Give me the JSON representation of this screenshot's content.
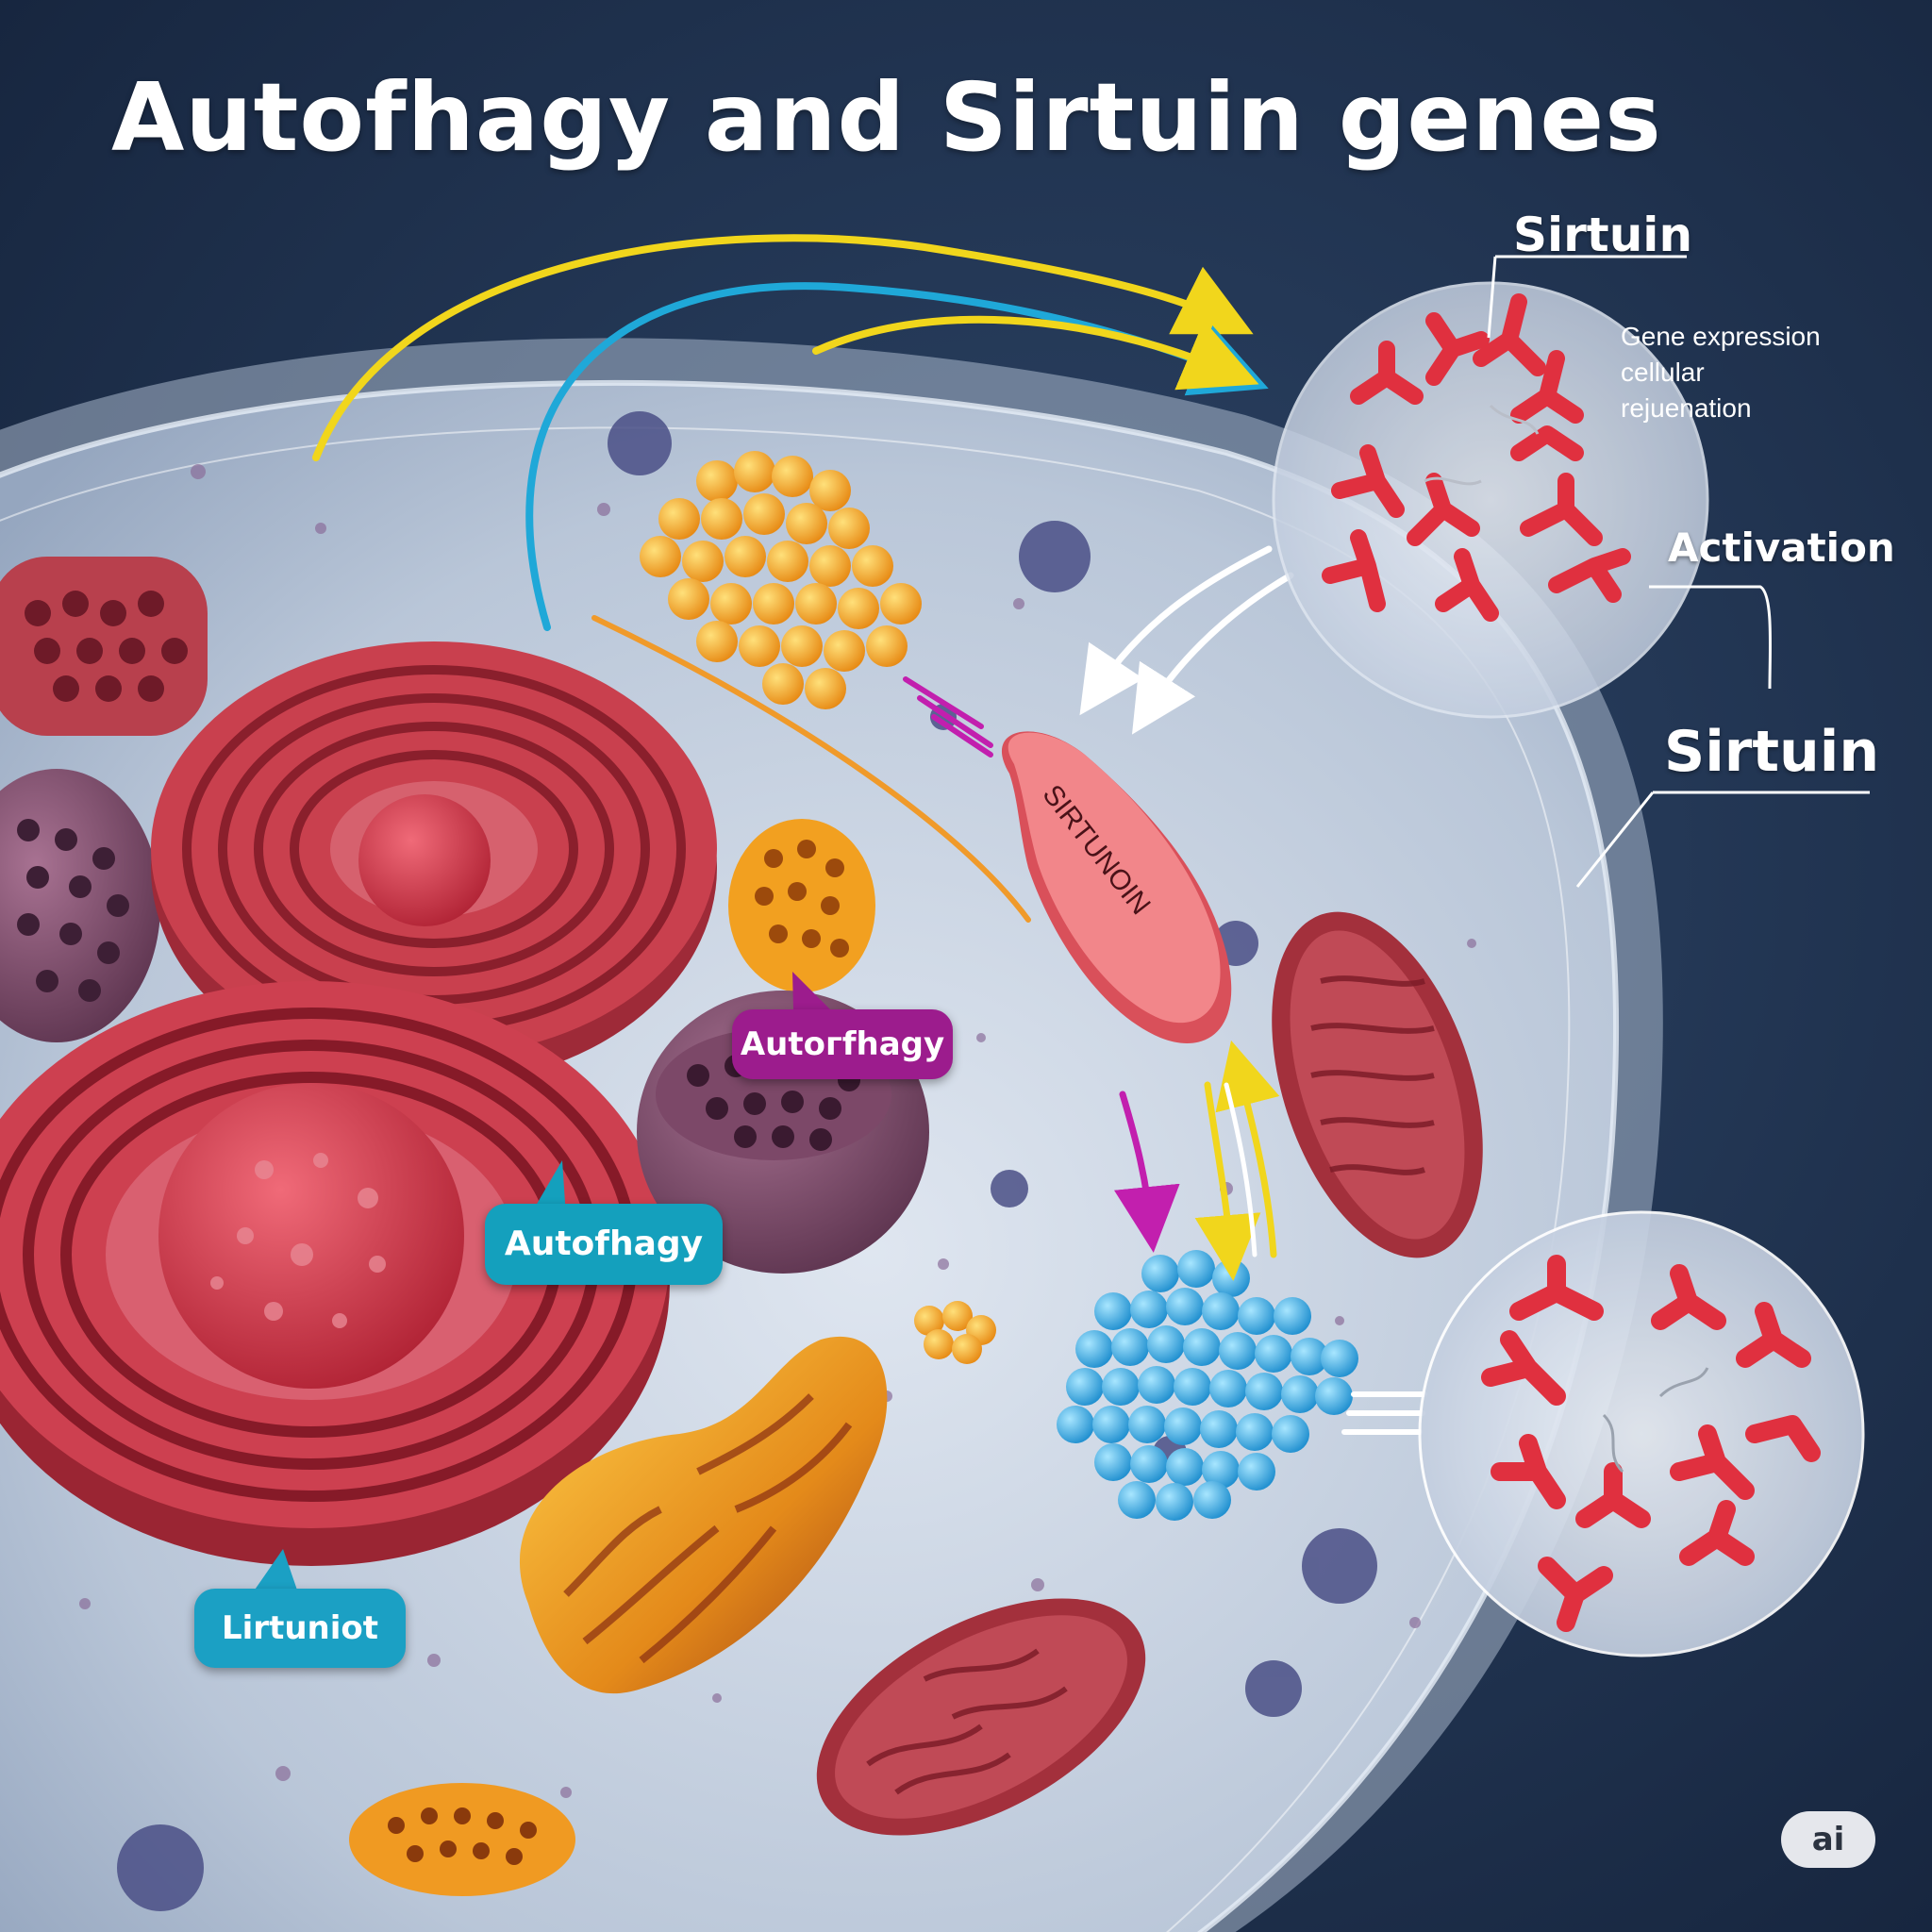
{
  "title": "Autofhagy and Sirtuin genes",
  "labels": {
    "sirtuin_top": "Sirtuin",
    "gene_expression": [
      "Gene expression",
      "cellular",
      "rejuenation"
    ],
    "activation": "Activation",
    "sirtuin_right": "Sirtuin"
  },
  "organelle_text": "SIRTUNOIN",
  "callouts": {
    "autophagy_purple": "Autoгfhagy",
    "autophagy_teal": "Autofhagy",
    "lirtuniot": "Lirtuniot"
  },
  "badge": "ai",
  "colors": {
    "background": "#1c3050",
    "cytoplasm": "#c9d4e2",
    "er_red": "#c93a48",
    "arrow_yellow": "#f1d61c",
    "arrow_blue": "#1fa8d8",
    "arrow_orange": "#f09a2a",
    "arrow_magenta": "#c21fae",
    "callout_purple": "#9c1c8d",
    "callout_teal": "#14a0bd",
    "protein_red": "#e0303f",
    "vesicle_blue": "#3fb8e8",
    "vesicle_orange": "#f5a62a"
  }
}
